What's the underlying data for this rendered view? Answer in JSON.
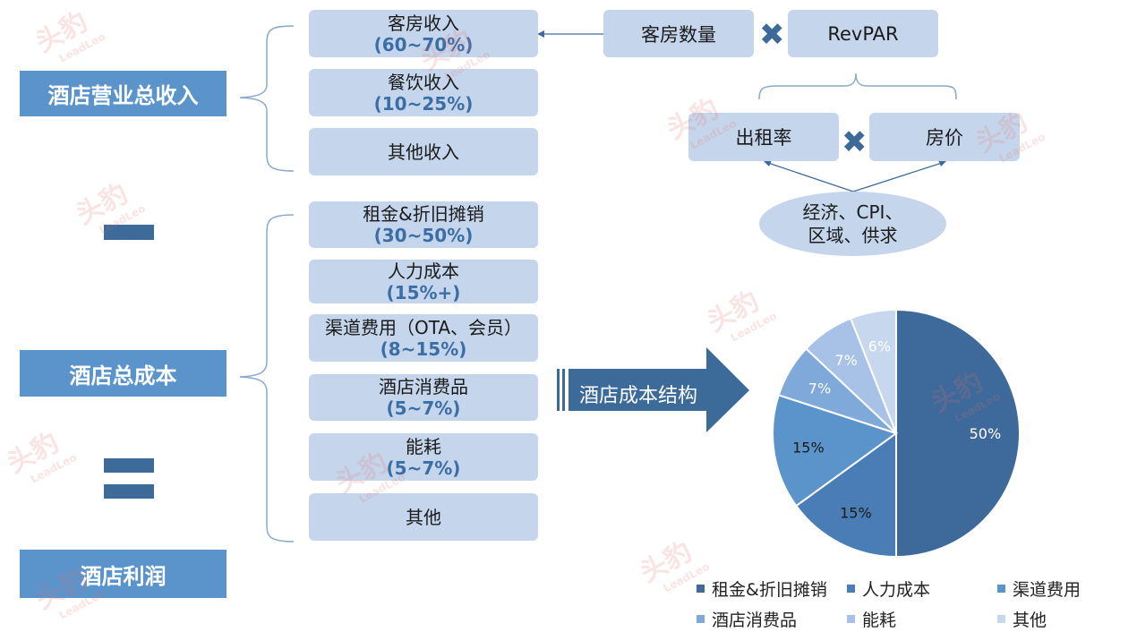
{
  "left": {
    "revenue_title": "酒店营业总收入",
    "cost_title": "酒店总成本",
    "profit_title": "酒店利润"
  },
  "revenue_items": [
    {
      "label": "客房收入",
      "pct": "(60~70%)"
    },
    {
      "label": "餐饮收入",
      "pct": "(10~25%)"
    },
    {
      "label": "其他收入",
      "pct": ""
    }
  ],
  "cost_items": [
    {
      "label": "租金&折旧摊销",
      "pct": "(30~50%)"
    },
    {
      "label": "人力成本",
      "pct": "(15%+)"
    },
    {
      "label": "渠道费用（OTA、会员）",
      "pct": "(8~15%)"
    },
    {
      "label": "酒店消费品",
      "pct": "(5~7%)"
    },
    {
      "label": "能耗",
      "pct": "(5~7%)"
    },
    {
      "label": "其他",
      "pct": ""
    }
  ],
  "right": {
    "room_count": "客房数量",
    "revpar": "RevPAR",
    "occupancy": "出租率",
    "room_price": "房价",
    "factors_line1": "经济、CPI、",
    "factors_line2": "区域、供求"
  },
  "arrow_label": "酒店成本结构",
  "watermark": {
    "cn": "头豹",
    "en": "LeadLeo"
  },
  "colors": {
    "title_bg": "#5b94cb",
    "box_bg": "#c5d6ec",
    "pct_text": "#3b6ea5",
    "operator": "#3c6a99",
    "arrow": "#3c6a99"
  },
  "chart_data": {
    "type": "pie",
    "title": "",
    "categories": [
      "租金&折旧摊销",
      "人力成本",
      "渠道费用",
      "酒店消费品",
      "能耗",
      "其他"
    ],
    "values": [
      50,
      15,
      15,
      7,
      7,
      6
    ],
    "data_labels": [
      "50%",
      "15%",
      "15%",
      "7%",
      "7%",
      "6%"
    ],
    "colors": [
      "#3d6a9a",
      "#4a7db5",
      "#5b94cb",
      "#7fa9d9",
      "#a7c2e6",
      "#c6d7ee"
    ],
    "legend_position": "bottom"
  }
}
